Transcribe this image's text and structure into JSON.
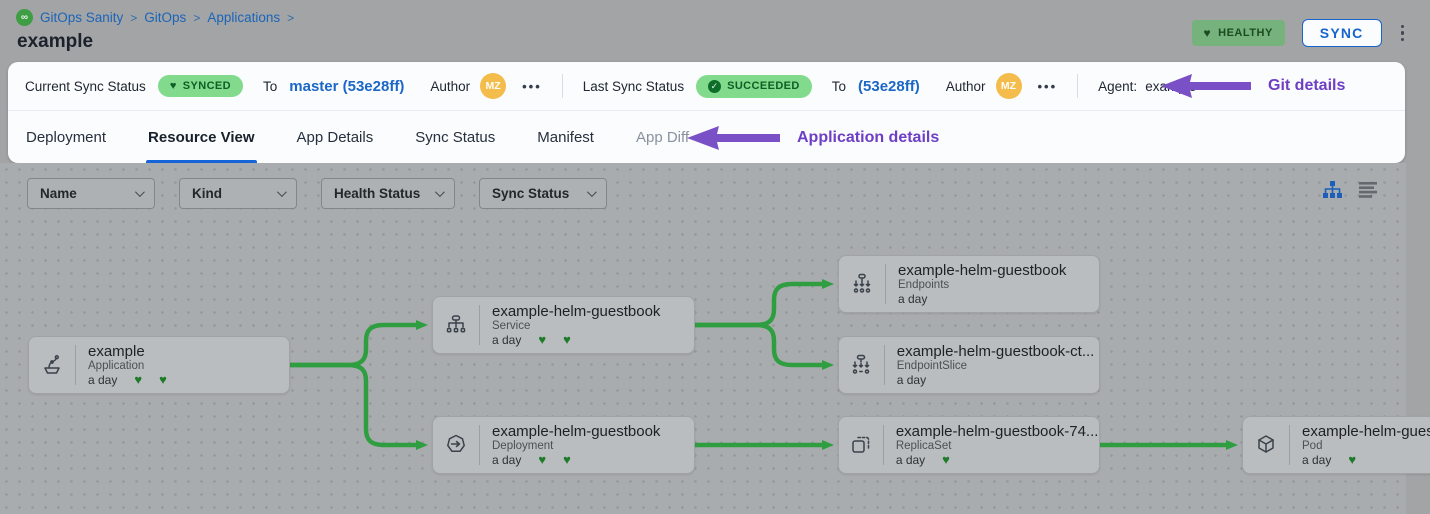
{
  "breadcrumb": {
    "logo": "gitops-logo",
    "items": [
      "GitOps Sanity",
      "GitOps",
      "Applications"
    ],
    "separator": ">"
  },
  "page": {
    "title": "example"
  },
  "header": {
    "health_badge": "HEALTHY",
    "sync_button": "SYNC"
  },
  "sync_bar": {
    "current": {
      "label": "Current Sync Status",
      "badge": "SYNCED",
      "to_label": "To",
      "revision": "master (53e28ff)",
      "author_label": "Author",
      "author_initials": "MZ",
      "more": "•••"
    },
    "last": {
      "label": "Last Sync Status",
      "badge": "SUCCEEDED",
      "to_label": "To",
      "revision": "(53e28ff)",
      "author_label": "Author",
      "author_initials": "MZ",
      "more": "•••"
    },
    "agent": {
      "label": "Agent:",
      "value": "example"
    },
    "annotation": "Git details"
  },
  "tabs": {
    "items": [
      "Deployment",
      "Resource View",
      "App Details",
      "Sync Status",
      "Manifest",
      "App Diff"
    ],
    "active": "Resource View",
    "disabled": "App Diff",
    "annotation": "Application details"
  },
  "filters": {
    "items": [
      "Name",
      "Kind",
      "Health Status",
      "Sync Status"
    ]
  },
  "view_toggle": {
    "icons": [
      "tree-view-icon",
      "list-view-icon"
    ],
    "active": "tree-view-icon"
  },
  "nodes": [
    {
      "title": "example",
      "kind": "Application",
      "age": "a day",
      "hearts": 2,
      "icon": "application-icon"
    },
    {
      "title": "example-helm-guestbook",
      "kind": "Service",
      "age": "a day",
      "hearts": 2,
      "icon": "service-icon"
    },
    {
      "title": "example-helm-guestbook",
      "kind": "Deployment",
      "age": "a day",
      "hearts": 2,
      "icon": "deployment-icon"
    },
    {
      "title": "example-helm-guestbook",
      "kind": "Endpoints",
      "age": "a day",
      "hearts": 0,
      "icon": "endpoints-icon"
    },
    {
      "title": "example-helm-guestbook-ct...",
      "kind": "EndpointSlice",
      "age": "a day",
      "hearts": 0,
      "icon": "endpointslice-icon"
    },
    {
      "title": "example-helm-guestbook-74...",
      "kind": "ReplicaSet",
      "age": "a day",
      "hearts": 1,
      "icon": "replicaset-icon"
    },
    {
      "title": "example-helm-guest",
      "kind": "Pod",
      "age": "a day",
      "hearts": 1,
      "icon": "pod-icon"
    }
  ],
  "colors": {
    "annotation_purple": "#6e3ec4",
    "edge_green": "#2f9e41",
    "heart_green": "#1e7b29",
    "badge_green_bg": "#82da8d",
    "badge_green_text": "#0d5f23",
    "link_blue": "#1b66c6",
    "active_tab_blue": "#1565d8",
    "avatar_orange": "#f3bc4b",
    "canvas_grey": "#a9acae"
  }
}
